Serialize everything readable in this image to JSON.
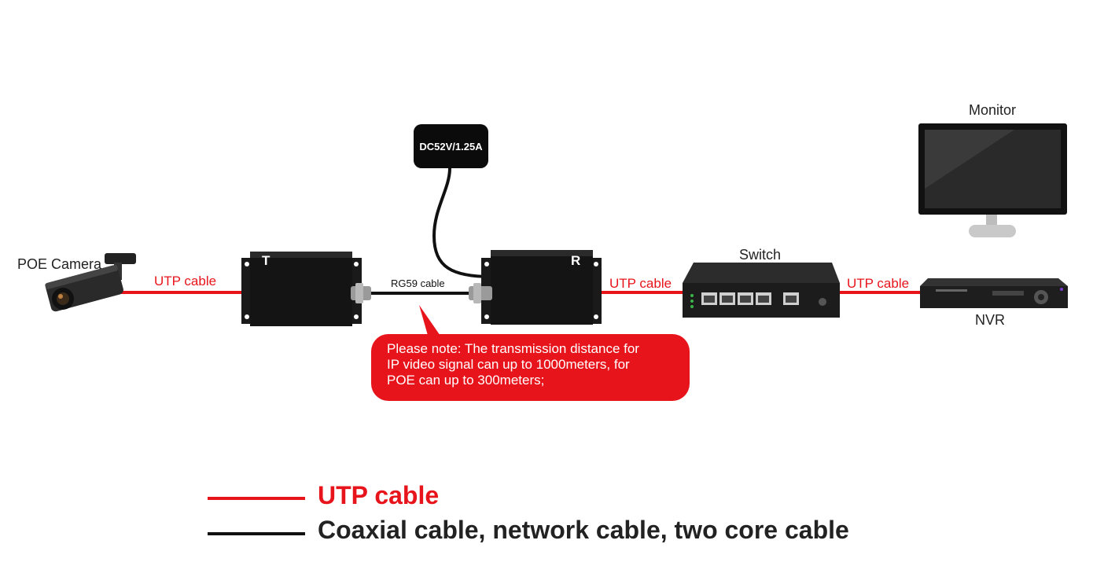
{
  "devices": {
    "camera_label": "POE Camera",
    "transmitter_letter": "T",
    "receiver_letter": "R",
    "power_supply_label": "DC52V/1.25A",
    "switch_label": "Switch",
    "monitor_label": "Monitor",
    "nvr_label": "NVR"
  },
  "cables": {
    "camera_to_t": "UTP cable",
    "t_to_r": "RG59 cable",
    "r_to_switch": "UTP cable",
    "switch_to_nvr": "UTP cable"
  },
  "note": {
    "line1": "Please note: The transmission distance for",
    "line2": "IP video signal can up to 1000meters, for",
    "line3": "POE can up to 300meters;"
  },
  "legend": {
    "utp_label": "UTP cable",
    "coax_label": "Coaxial cable, network cable, two core cable"
  },
  "colors": {
    "utp": "#e8141b",
    "coax": "#111111"
  }
}
